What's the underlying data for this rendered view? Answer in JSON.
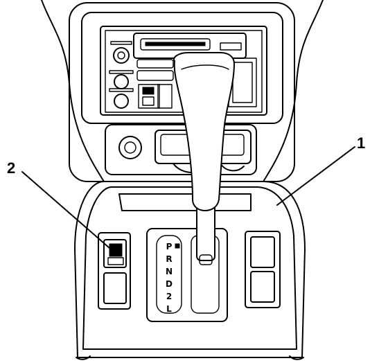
{
  "callouts": [
    {
      "id": "1",
      "label": "1"
    },
    {
      "id": "2",
      "label": "2"
    }
  ],
  "shift_indicator": {
    "positions": [
      "P",
      "R",
      "N",
      "D",
      "2",
      "L"
    ]
  },
  "colors": {
    "line": "#000000",
    "background": "#ffffff"
  }
}
